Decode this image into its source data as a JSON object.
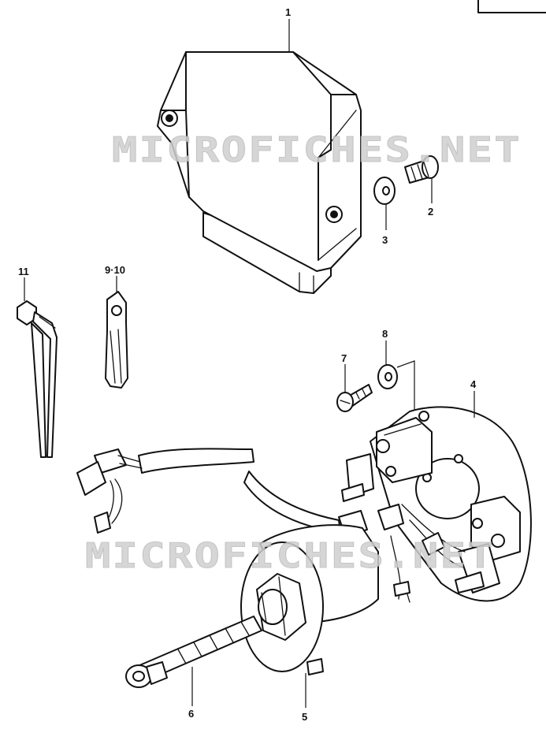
{
  "callouts": {
    "p1": "1",
    "p2": "2",
    "p3": "3",
    "p4": "4",
    "p5": "5",
    "p6": "6",
    "p7": "7",
    "p8": "8",
    "p9_10": "9·10",
    "p11": "11"
  },
  "watermark": {
    "top": "MICROFICHES.NET",
    "bottom": "MICROFICHES.NET"
  }
}
